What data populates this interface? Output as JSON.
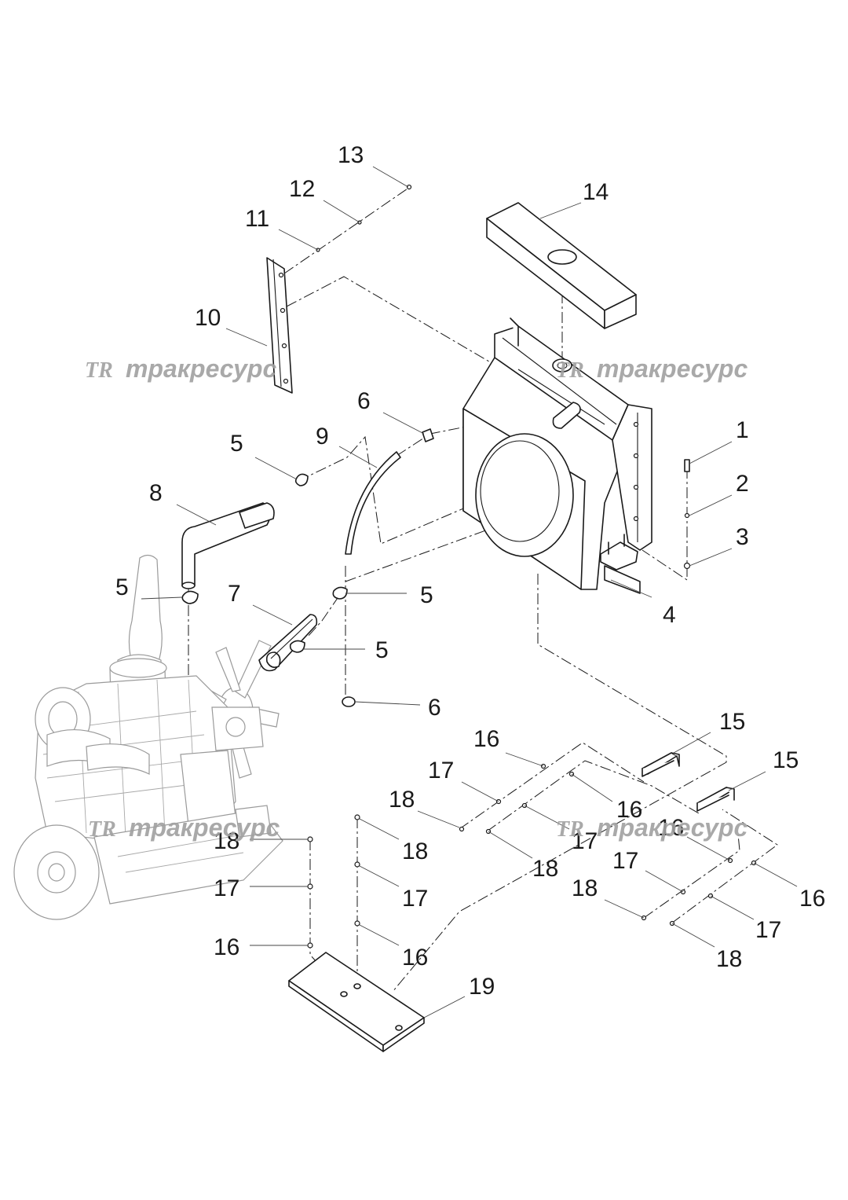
{
  "watermark": {
    "text": "тракресурс",
    "logo": "TR"
  },
  "callouts": [
    "1",
    "2",
    "3",
    "4",
    "5",
    "6",
    "7",
    "8",
    "9",
    "10",
    "11",
    "12",
    "13",
    "14",
    "15",
    "16",
    "17",
    "18",
    "19"
  ],
  "colors": {
    "line": "#1a1a1a",
    "engine_line": "#9a9a9a",
    "watermark": "#a0a0a0",
    "background": "#ffffff"
  }
}
